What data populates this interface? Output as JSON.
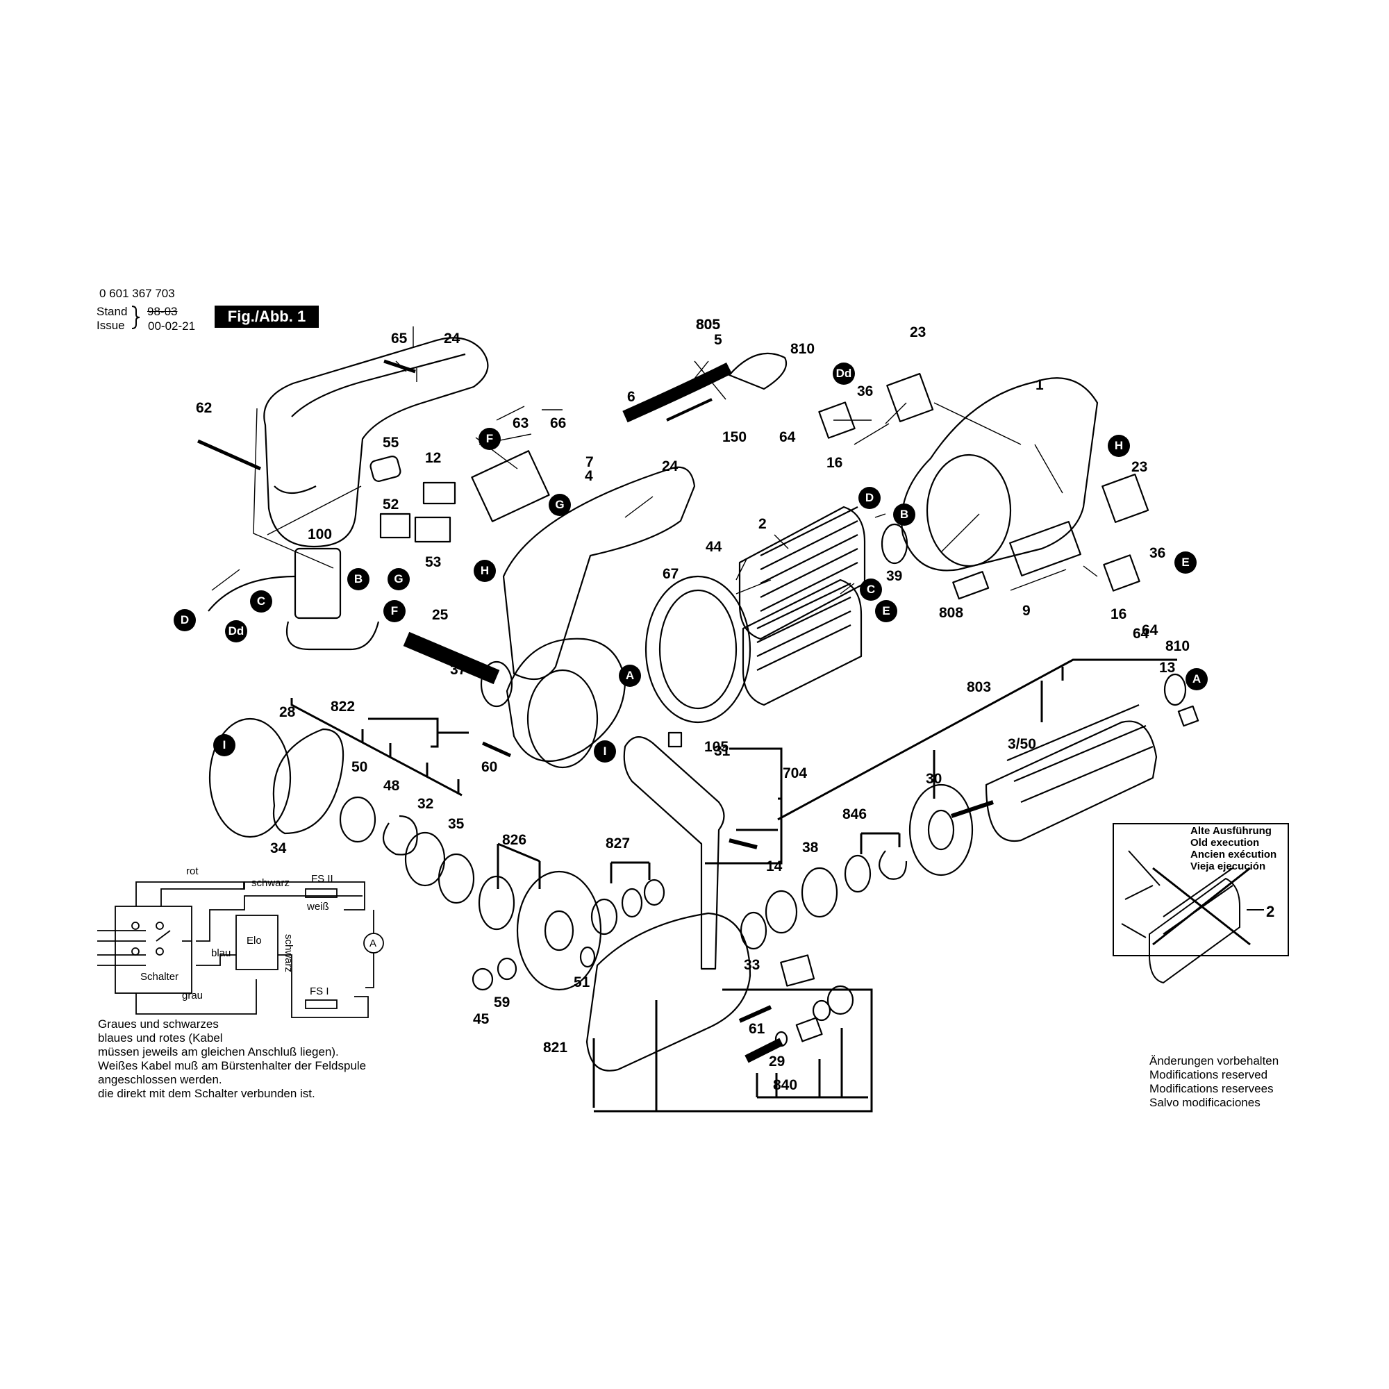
{
  "header": {
    "part_number": "0 601 367 703",
    "stand_label": "Stand",
    "issue_label": "Issue",
    "stand_value_struck": "98-03",
    "issue_date": "00-02-21",
    "figure_label": "Fig./Abb. 1"
  },
  "part_labels": [
    "65",
    "24",
    "62",
    "55",
    "12",
    "63",
    "66",
    "7",
    "4",
    "805",
    "5",
    "6",
    "810",
    "150",
    "64",
    "23",
    "36",
    "16",
    "1",
    "805",
    "24",
    "52",
    "53",
    "100",
    "25",
    "67",
    "44",
    "2",
    "39",
    "808",
    "9",
    "37",
    "60",
    "822",
    "28",
    "50",
    "48",
    "32",
    "35",
    "34",
    "31",
    "105",
    "704",
    "803",
    "13",
    "3/50",
    "30",
    "846",
    "38",
    "14",
    "826",
    "827",
    "33",
    "61",
    "29",
    "840",
    "821",
    "45",
    "59",
    "51",
    "64",
    "23",
    "36",
    "16",
    "64",
    "810"
  ],
  "callouts": [
    "F",
    "G",
    "H",
    "D",
    "B",
    "C",
    "E",
    "A",
    "I",
    "Dd"
  ],
  "inset": {
    "caption_lines": [
      "Alte Ausführung",
      "Old execution",
      "Ancien exécution",
      "Vieja ejecución"
    ],
    "part_label": "2"
  },
  "wiring": {
    "labels": [
      "rot",
      "schwarz",
      "FS II",
      "weiß",
      "Elo",
      "blau",
      "schwarz",
      "Schalter",
      "FS I",
      "grau",
      "A"
    ]
  },
  "notes_de": [
    "Graues und schwarzes",
    "blaues und rotes (Kabel",
    "müssen jeweils am gleichen Anschluß liegen).",
    "Weißes Kabel muß am Bürstenhalter der Feldspule",
    "angeschlossen werden.",
    "die direkt mit dem Schalter verbunden ist."
  ],
  "notes_reserved": [
    "Änderungen vorbehalten",
    "Modifications reserved",
    "Modifications reservees",
    "Salvo modificaciones"
  ]
}
